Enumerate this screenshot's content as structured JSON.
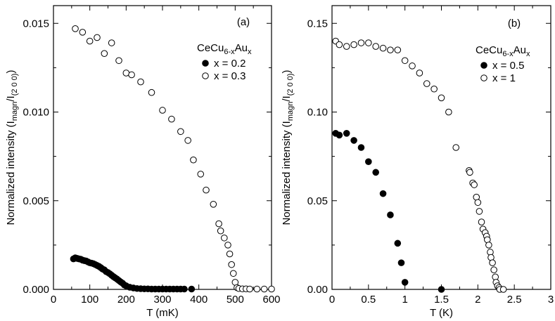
{
  "chart_data": [
    {
      "type": "scatter",
      "panel_label": "(a)",
      "xlabel": "T (mK)",
      "ylabel": {
        "main": "Normalized intensity (I",
        "sub1": "magn",
        "mid": "/I",
        "sub2": "(2 0 0)",
        "end": ")"
      },
      "xlim": [
        0,
        600
      ],
      "ylim": [
        0,
        0.016
      ],
      "xticks": [
        "0",
        "100",
        "200",
        "300",
        "400",
        "500",
        "600"
      ],
      "xtick_values": [
        0,
        100,
        200,
        300,
        400,
        500,
        600
      ],
      "yticks": [
        "0.000",
        "0.005",
        "0.010",
        "0.015"
      ],
      "ytick_values": [
        0,
        0.005,
        0.01,
        0.015
      ],
      "legend_title": {
        "base": "CeCu",
        "sub1": "6-x",
        "mid": "Au",
        "sub2": "x"
      },
      "legend_position": "top-right",
      "series": [
        {
          "name": "x = 0.2",
          "marker": "filled-circle",
          "x": [
            55,
            60,
            65,
            70,
            75,
            80,
            85,
            90,
            95,
            100,
            105,
            110,
            115,
            120,
            125,
            130,
            135,
            140,
            145,
            150,
            155,
            160,
            165,
            170,
            175,
            180,
            185,
            190,
            195,
            200,
            210,
            220,
            230,
            240,
            250,
            260,
            270,
            280,
            290,
            300,
            310,
            320,
            330,
            340,
            350,
            360,
            380
          ],
          "y": [
            0.00172,
            0.00178,
            0.00175,
            0.00172,
            0.0017,
            0.00165,
            0.00162,
            0.0016,
            0.00155,
            0.0015,
            0.00148,
            0.00145,
            0.0014,
            0.00135,
            0.0013,
            0.00123,
            0.00115,
            0.0011,
            0.001,
            0.00095,
            0.00088,
            0.0008,
            0.00072,
            0.00065,
            0.00058,
            0.0005,
            0.00042,
            0.00035,
            0.00025,
            0.0002,
            0.00012,
            8e-05,
            5e-05,
            4e-05,
            3e-05,
            3e-05,
            2e-05,
            2e-05,
            2e-05,
            2e-05,
            2e-05,
            2e-05,
            2e-05,
            2e-05,
            2e-05,
            2e-05,
            2e-05
          ]
        },
        {
          "name": "x = 0.3",
          "marker": "open-circle",
          "x": [
            60,
            80,
            100,
            120,
            140,
            160,
            180,
            200,
            215,
            240,
            270,
            300,
            325,
            350,
            370,
            385,
            405,
            420,
            440,
            455,
            460,
            470,
            480,
            485,
            490,
            495,
            500,
            505,
            510,
            520,
            530,
            540,
            560,
            580,
            600
          ],
          "y": [
            0.0147,
            0.0145,
            0.014,
            0.0142,
            0.0133,
            0.0139,
            0.0129,
            0.0122,
            0.0121,
            0.0117,
            0.0111,
            0.0101,
            0.0096,
            0.0089,
            0.0084,
            0.0073,
            0.0065,
            0.0056,
            0.0048,
            0.0037,
            0.0033,
            0.0029,
            0.0025,
            0.002,
            0.0014,
            0.0009,
            0.0004,
            0.0001,
            5e-05,
            3e-05,
            3e-05,
            2e-05,
            2e-05,
            2e-05,
            2e-05
          ]
        }
      ]
    },
    {
      "type": "scatter",
      "panel_label": "(b)",
      "xlabel": "T (K)",
      "ylabel": {
        "main": "Normalized intensity (I",
        "sub1": "magn",
        "mid": "/I",
        "sub2": "(2 0 0)",
        "end": ")"
      },
      "xlim": [
        0,
        3
      ],
      "ylim": [
        0,
        0.16
      ],
      "xticks": [
        "0",
        "0.5",
        "1",
        "1.5",
        "2",
        "2.5",
        "3"
      ],
      "xtick_values": [
        0,
        0.5,
        1,
        1.5,
        2,
        2.5,
        3
      ],
      "yticks": [
        "0.00",
        "0.05",
        "0.10",
        "0.15"
      ],
      "ytick_values": [
        0,
        0.05,
        0.1,
        0.15
      ],
      "legend_title": {
        "base": "CeCu",
        "sub1": "6-x",
        "mid": "Au",
        "sub2": "x"
      },
      "legend_position": "top-right",
      "series": [
        {
          "name": "x = 0.5",
          "marker": "filled-circle",
          "x": [
            0.05,
            0.1,
            0.2,
            0.3,
            0.4,
            0.5,
            0.6,
            0.7,
            0.8,
            0.9,
            0.95,
            1.0,
            1.5
          ],
          "y": [
            0.088,
            0.087,
            0.088,
            0.084,
            0.08,
            0.072,
            0.066,
            0.054,
            0.042,
            0.026,
            0.015,
            0.004,
            0.0
          ]
        },
        {
          "name": "x = 1",
          "marker": "open-circle",
          "x": [
            0.05,
            0.1,
            0.2,
            0.3,
            0.4,
            0.5,
            0.6,
            0.7,
            0.8,
            0.9,
            1.0,
            1.1,
            1.2,
            1.3,
            1.4,
            1.5,
            1.6,
            1.7,
            1.88,
            1.89,
            1.93,
            1.95,
            1.98,
            2.0,
            2.02,
            2.05,
            2.07,
            2.1,
            2.12,
            2.13,
            2.15,
            2.17,
            2.18,
            2.2,
            2.22,
            2.24,
            2.25,
            2.27,
            2.29,
            2.3,
            2.35
          ],
          "y": [
            0.14,
            0.138,
            0.137,
            0.138,
            0.139,
            0.139,
            0.137,
            0.136,
            0.135,
            0.135,
            0.129,
            0.126,
            0.122,
            0.116,
            0.113,
            0.108,
            0.1,
            0.08,
            0.067,
            0.066,
            0.06,
            0.059,
            0.052,
            0.049,
            0.044,
            0.038,
            0.034,
            0.032,
            0.03,
            0.028,
            0.025,
            0.021,
            0.018,
            0.015,
            0.011,
            0.007,
            0.004,
            0.002,
            0.001,
            0.0,
            0.0
          ]
        }
      ]
    }
  ]
}
